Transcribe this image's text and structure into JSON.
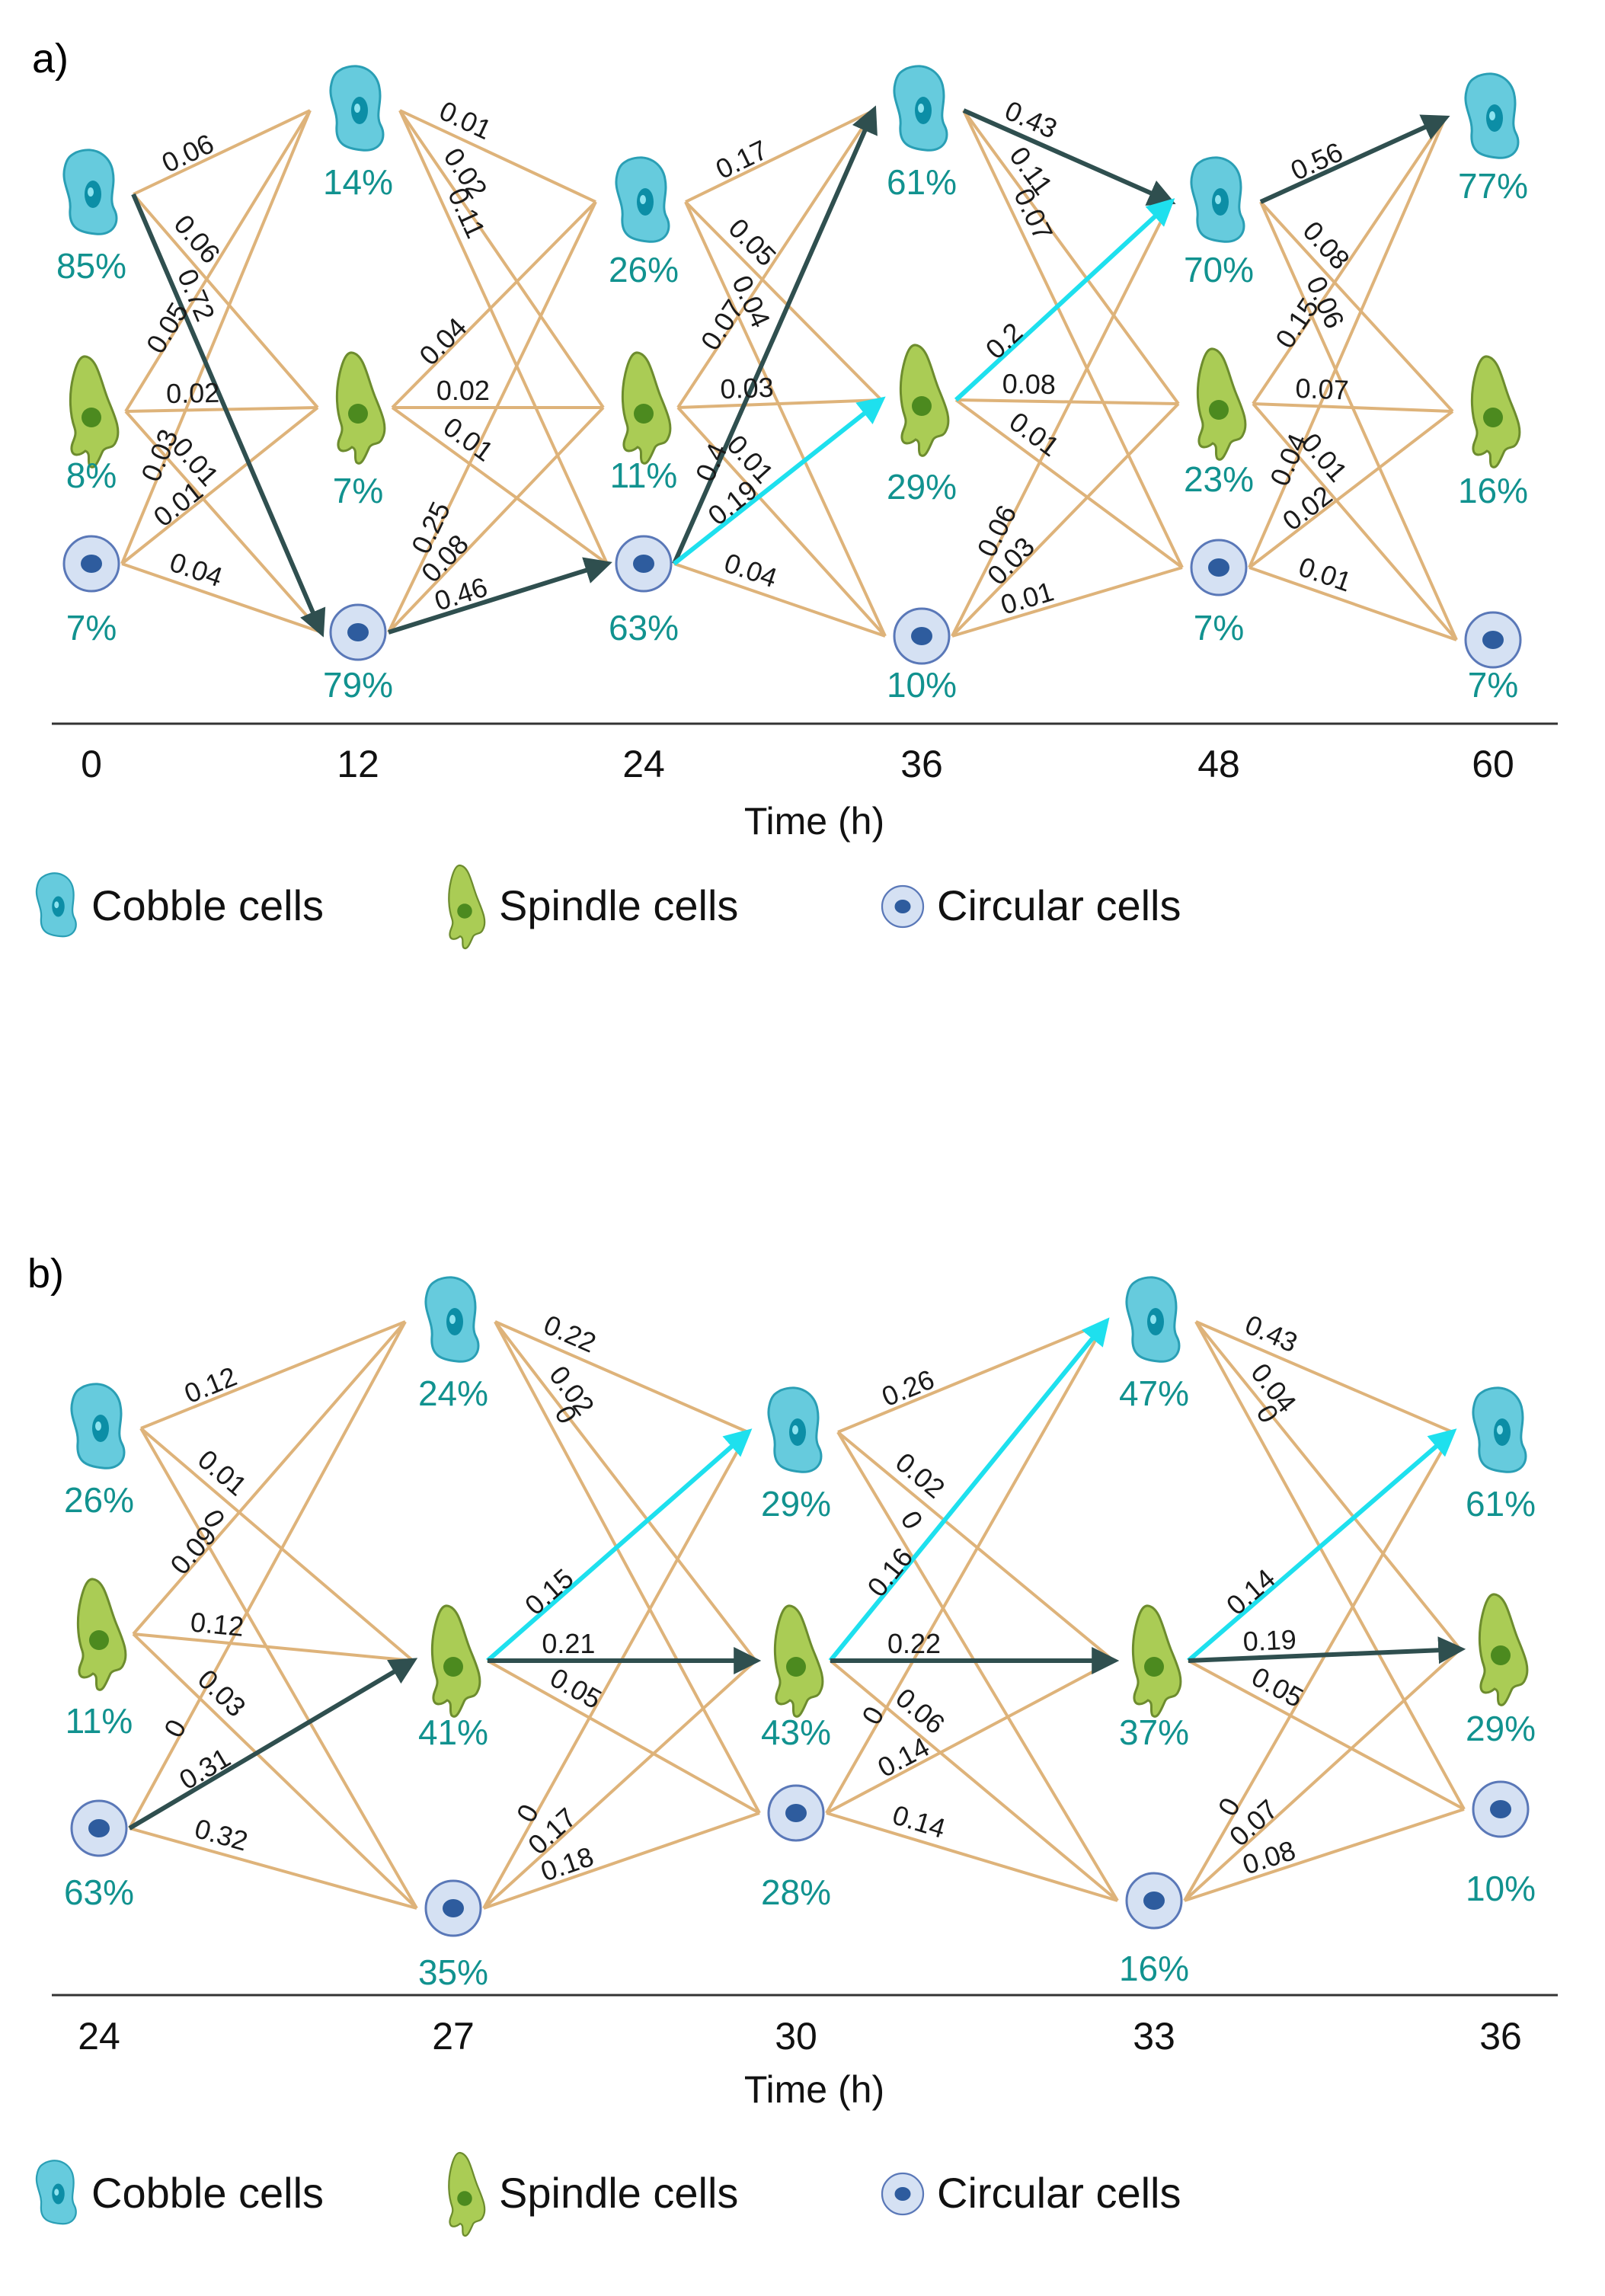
{
  "colors": {
    "edge": "#deb37a",
    "highlight_dark": "#2f4f4f",
    "highlight_cyan": "#1ee0ee",
    "percent_text": "#11928f",
    "cobble_fill": "#66cbdd",
    "spindle_fill": "#aacc55",
    "circular_fill": "#d5e1f3"
  },
  "icons": {
    "cobble": "cobble-cell-icon",
    "spindle": "spindle-cell-icon",
    "circular": "circular-cell-icon"
  },
  "panels": [
    {
      "label": "a)",
      "axis_title": "Time (h)",
      "ticks": [
        "0",
        "12",
        "24",
        "36",
        "48",
        "60"
      ],
      "legend": [
        "Cobble cells",
        "Spindle cells",
        "Circular cells"
      ],
      "percents": [
        [
          "85%",
          "8%",
          "7%"
        ],
        [
          "14%",
          "7%",
          "79%"
        ],
        [
          "26%",
          "11%",
          "63%"
        ],
        [
          "61%",
          "29%",
          "10%"
        ],
        [
          "70%",
          "23%",
          "7%"
        ],
        [
          "77%",
          "16%",
          "7%"
        ]
      ],
      "transitions": [
        [
          [
            "0.06",
            "0.06",
            "0.72"
          ],
          [
            "0.05",
            "0.02",
            "0.01"
          ],
          [
            "0.03",
            "0.01",
            "0.04"
          ]
        ],
        [
          [
            "0.01",
            "0.02",
            "0.11"
          ],
          [
            "0.04",
            "0.02",
            "0.01"
          ],
          [
            "0.25",
            "0.08",
            "0.46"
          ]
        ],
        [
          [
            "0.17",
            "0.05",
            "0.04"
          ],
          [
            "0.07",
            "0.03",
            "0.01"
          ],
          [
            "0.4",
            "0.19",
            "0.04"
          ]
        ],
        [
          [
            "0.43",
            "0.11",
            "0.07"
          ],
          [
            "0.2",
            "0.08",
            "0.01"
          ],
          [
            "0.06",
            "0.03",
            "0.01"
          ]
        ],
        [
          [
            "0.56",
            "0.08",
            "0.06"
          ],
          [
            "0.15",
            "0.07",
            "0.01"
          ],
          [
            "0.04",
            "0.02",
            "0.01"
          ]
        ]
      ],
      "highlights": [
        {
          "step": 0,
          "from": 0,
          "to": 2,
          "color": "dark"
        },
        {
          "step": 1,
          "from": 2,
          "to": 2,
          "color": "dark"
        },
        {
          "step": 2,
          "from": 2,
          "to": 0,
          "color": "dark"
        },
        {
          "step": 2,
          "from": 2,
          "to": 1,
          "color": "cyan"
        },
        {
          "step": 3,
          "from": 0,
          "to": 0,
          "color": "dark"
        },
        {
          "step": 3,
          "from": 1,
          "to": 0,
          "color": "cyan"
        },
        {
          "step": 4,
          "from": 0,
          "to": 0,
          "color": "dark"
        }
      ]
    },
    {
      "label": "b)",
      "axis_title": "Time (h)",
      "ticks": [
        "24",
        "27",
        "30",
        "33",
        "36"
      ],
      "legend": [
        "Cobble cells",
        "Spindle cells",
        "Circular cells"
      ],
      "percents": [
        [
          "26%",
          "11%",
          "63%"
        ],
        [
          "24%",
          "41%",
          "35%"
        ],
        [
          "29%",
          "43%",
          "28%"
        ],
        [
          "47%",
          "37%",
          "16%"
        ],
        [
          "61%",
          "29%",
          "10%"
        ]
      ],
      "transitions": [
        [
          [
            "0.12",
            "0.01",
            "0"
          ],
          [
            "0.09",
            "0.12",
            "0.03"
          ],
          [
            "0",
            "0.31",
            "0.32"
          ]
        ],
        [
          [
            "0.22",
            "0.02",
            "0"
          ],
          [
            "0.15",
            "0.21",
            "0.05"
          ],
          [
            "0",
            "0.17",
            "0.18"
          ]
        ],
        [
          [
            "0.26",
            "0.02",
            "0"
          ],
          [
            "0.16",
            "0.22",
            "0.06"
          ],
          [
            "0",
            "0.14",
            "0.14"
          ]
        ],
        [
          [
            "0.43",
            "0.04",
            "0"
          ],
          [
            "0.14",
            "0.19",
            "0.05"
          ],
          [
            "0",
            "0.07",
            "0.08"
          ]
        ]
      ],
      "highlights": [
        {
          "step": 0,
          "from": 2,
          "to": 1,
          "color": "dark"
        },
        {
          "step": 1,
          "from": 1,
          "to": 0,
          "color": "cyan"
        },
        {
          "step": 1,
          "from": 1,
          "to": 1,
          "color": "dark"
        },
        {
          "step": 2,
          "from": 1,
          "to": 0,
          "color": "cyan"
        },
        {
          "step": 2,
          "from": 1,
          "to": 1,
          "color": "dark"
        },
        {
          "step": 3,
          "from": 1,
          "to": 0,
          "color": "cyan"
        },
        {
          "step": 3,
          "from": 1,
          "to": 1,
          "color": "dark"
        }
      ]
    }
  ]
}
